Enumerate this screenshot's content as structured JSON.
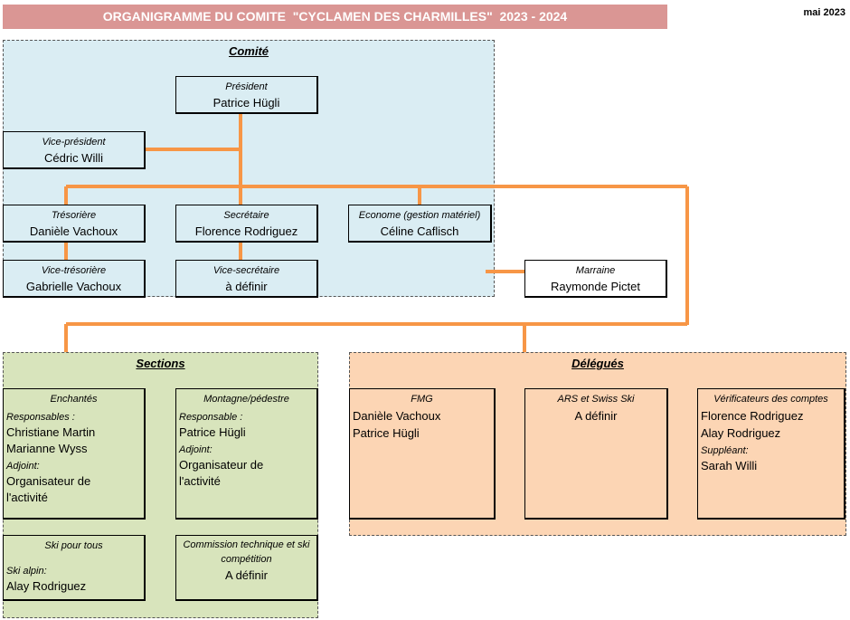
{
  "header": {
    "title": "ORGANIGRAMME DU COMITE  \"CYCLAMEN DES CHARMILLES\"  2023 - 2024",
    "date": "mai 2023"
  },
  "comite": {
    "title": "Comité",
    "president": {
      "role": "Président",
      "name": "Patrice Hügli"
    },
    "vice_president": {
      "role": "Vice-président",
      "name": "Cédric Willi"
    },
    "tresoriere": {
      "role": "Trésorière",
      "name": "Danièle Vachoux"
    },
    "secretaire": {
      "role": "Secrétaire",
      "name": "Florence Rodriguez"
    },
    "econome": {
      "role": "Econome (gestion matériel)",
      "name": "Céline Caflisch"
    },
    "vice_tresoriere": {
      "role": "Vice-trésorière",
      "name": "Gabrielle Vachoux"
    },
    "vice_secretaire": {
      "role": "Vice-secrétaire",
      "name": "à définir"
    }
  },
  "marraine": {
    "role": "Marraine",
    "name": "Raymonde Pictet"
  },
  "sections": {
    "title": "Sections",
    "enchantes": {
      "title": "Enchantés",
      "resp_label": "Responsables :",
      "resp": [
        "Christiane Martin",
        "Marianne Wyss"
      ],
      "adjoint_label": "Adjoint:",
      "adjoint": [
        "Organisateur de",
        "l'activité"
      ]
    },
    "montagne": {
      "title": "Montagne/pédestre",
      "resp_label": "Responsable :",
      "resp": [
        "Patrice Hügli"
      ],
      "adjoint_label": "Adjoint:",
      "adjoint": [
        "Organisateur de",
        "l'activité"
      ]
    },
    "ski": {
      "title": "Ski pour tous",
      "sub_label": "Ski alpin:",
      "names": [
        "Alay Rodriguez"
      ]
    },
    "commission": {
      "title": "Commission technique et ski compétition",
      "value": "A définir"
    }
  },
  "delegues": {
    "title": "Délégués",
    "fmg": {
      "title": "FMG",
      "names": [
        "Danièle Vachoux",
        "Patrice Hügli"
      ]
    },
    "ars": {
      "title": "ARS et Swiss Ski",
      "value": "A définir"
    },
    "verif": {
      "title": "Vérificateurs des comptes",
      "names": [
        "Florence Rodriguez",
        "Alay Rodriguez"
      ],
      "suppleant_label": "Suppléant:",
      "suppleant": [
        "Sarah Willi"
      ]
    }
  },
  "colors": {
    "connector": "#f79646",
    "banner": "#da9694",
    "comite_bg": "#daedf3",
    "sections_bg": "#d8e4bc",
    "delegues_bg": "#fcd5b4"
  }
}
